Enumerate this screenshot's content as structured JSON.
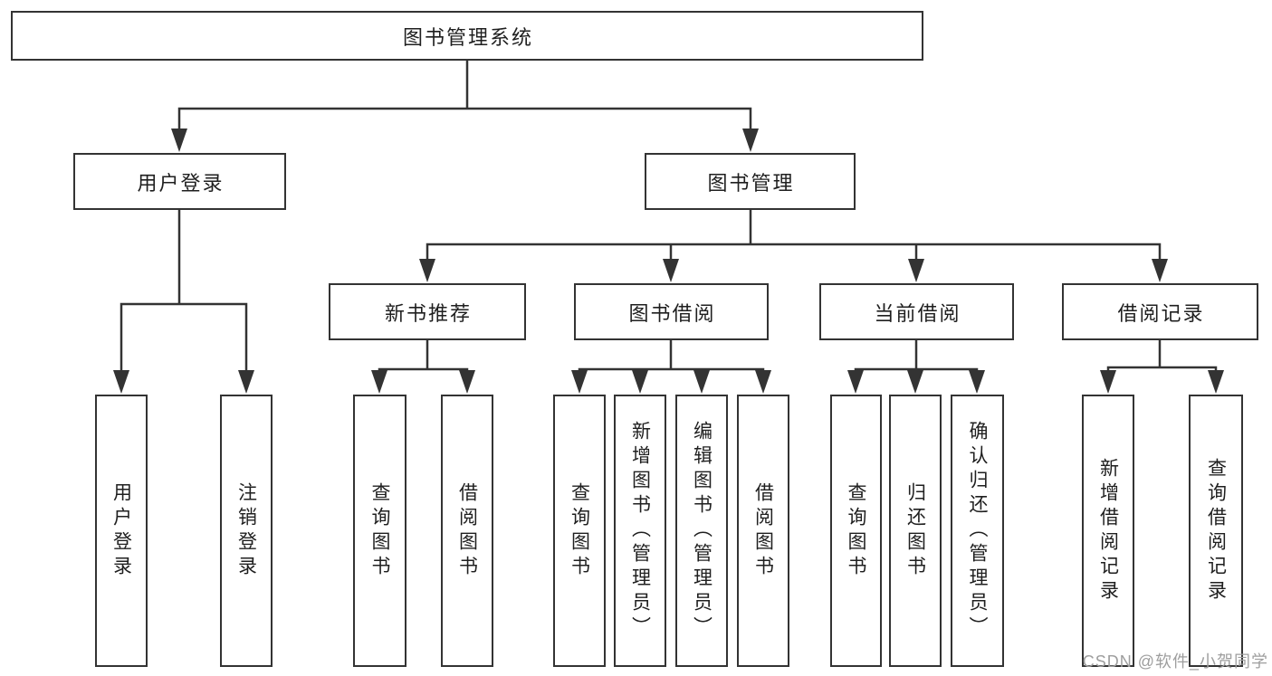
{
  "diagram": {
    "root": {
      "label": "图书管理系统"
    },
    "branches": [
      {
        "label": "用户登录",
        "children": [
          {
            "label": "用户登录"
          },
          {
            "label": "注销登录"
          }
        ]
      },
      {
        "label": "图书管理",
        "children": [
          {
            "label": "新书推荐",
            "children": [
              {
                "label": "查询图书"
              },
              {
                "label": "借阅图书"
              }
            ]
          },
          {
            "label": "图书借阅",
            "children": [
              {
                "label": "查询图书"
              },
              {
                "label": "新增图书（管理员）"
              },
              {
                "label": "编辑图书（管理员）"
              },
              {
                "label": "借阅图书"
              }
            ]
          },
          {
            "label": "当前借阅",
            "children": [
              {
                "label": "查询图书"
              },
              {
                "label": "归还图书"
              },
              {
                "label": "确认归还（管理员）"
              }
            ]
          },
          {
            "label": "借阅记录",
            "children": [
              {
                "label": "新增借阅记录"
              },
              {
                "label": "查询借阅记录"
              }
            ]
          }
        ]
      }
    ]
  },
  "watermark": {
    "text": "CSDN @软件_小贺同学"
  },
  "colors": {
    "line": "#333333",
    "ink": "#1f1f1f",
    "background": "#ffffff",
    "watermark": "#9e9e9e"
  }
}
